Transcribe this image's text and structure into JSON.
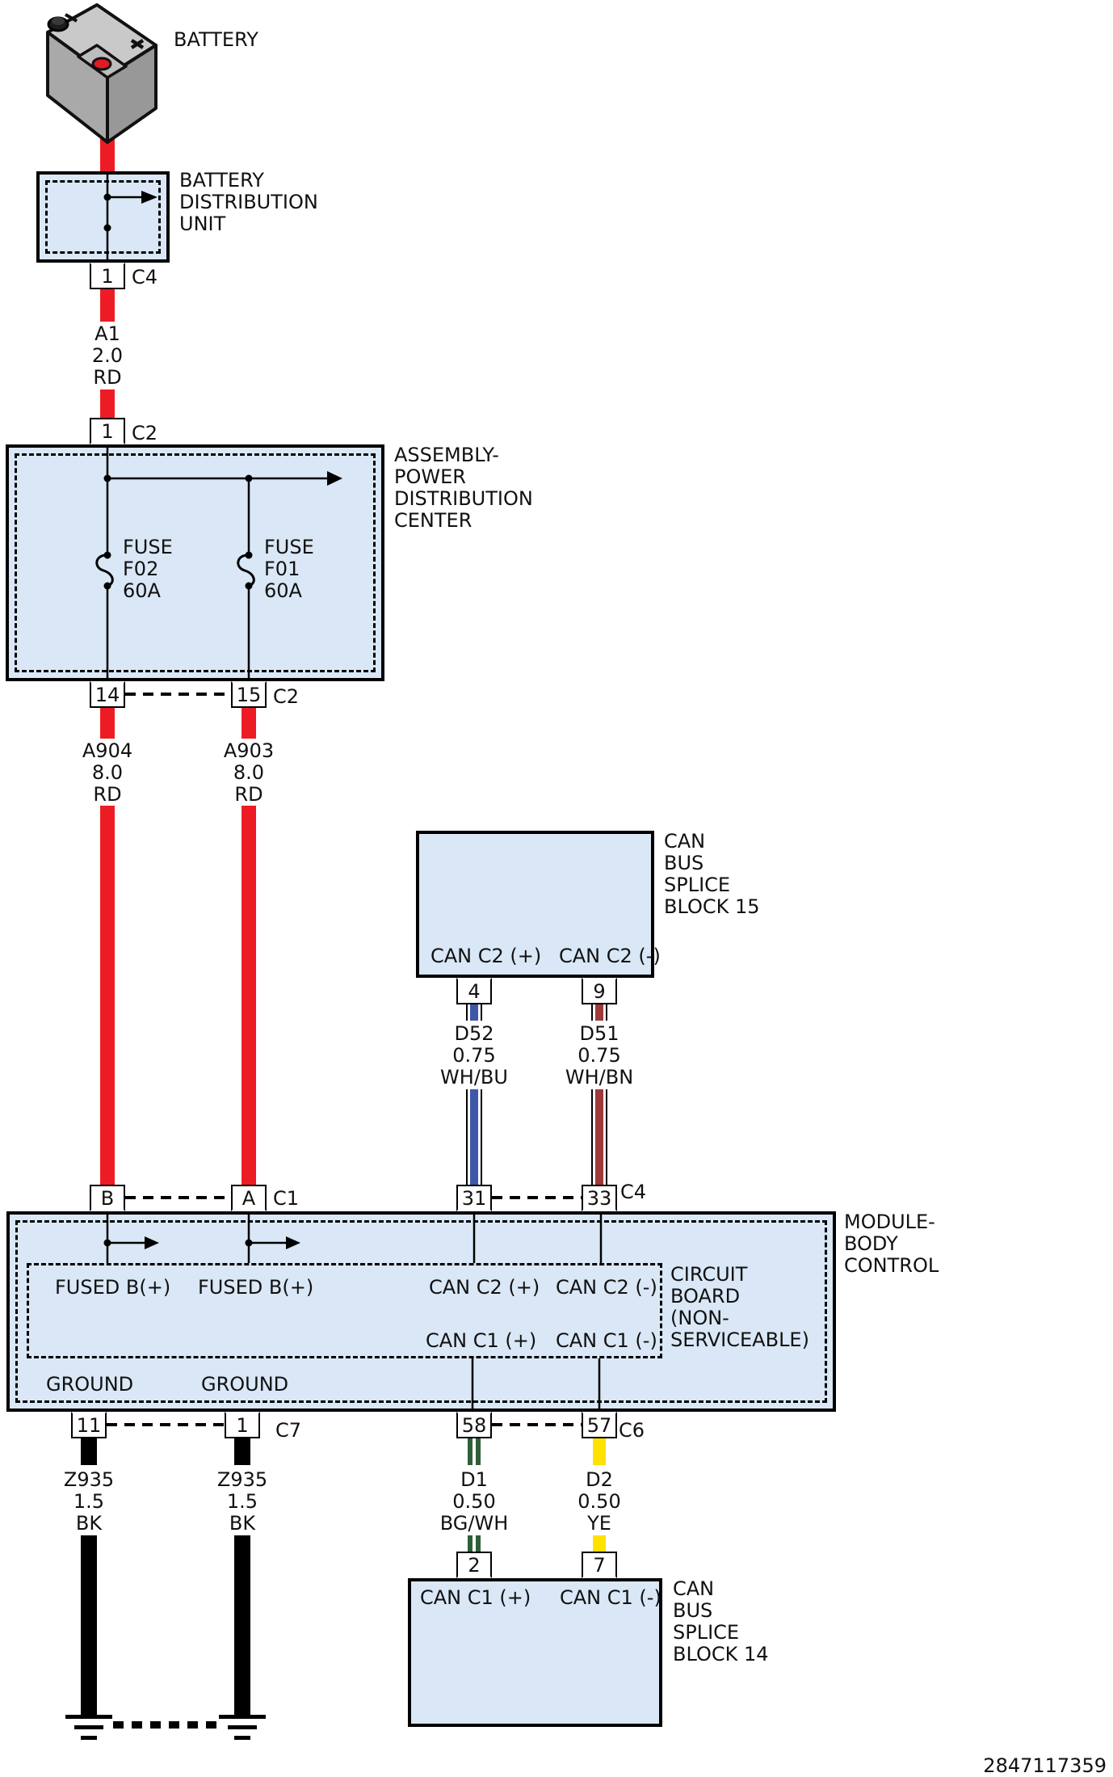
{
  "colors": {
    "red": "#ed1c24",
    "blue": "#3f57a8",
    "brown": "#9e3a3a",
    "green": "#2e5f3a",
    "yellow": "#ffe100",
    "box_fill": "#d9e7f6"
  },
  "ref_number": "2847117359",
  "battery": {
    "label": "BATTERY"
  },
  "bdu": {
    "lines": [
      "BATTERY",
      "DISTRIBUTION",
      "UNIT"
    ],
    "pin": "1",
    "connector": "C4"
  },
  "apdc": {
    "lines": [
      "ASSEMBLY-",
      "POWER",
      "DISTRIBUTION",
      "CENTER"
    ],
    "pin_in": "1",
    "connector_in": "C2",
    "fuse1": {
      "lines": [
        "FUSE",
        "F02",
        "60A"
      ]
    },
    "fuse2": {
      "lines": [
        "FUSE",
        "F01",
        "60A"
      ]
    },
    "pin_out_left": "14",
    "pin_out_right": "15",
    "connector_out": "C2"
  },
  "wires": {
    "a1": {
      "lines": [
        "A1",
        "2.0",
        "RD"
      ]
    },
    "a904": {
      "lines": [
        "A904",
        "8.0",
        "RD"
      ]
    },
    "a903": {
      "lines": [
        "A903",
        "8.0",
        "RD"
      ]
    },
    "d52": {
      "lines": [
        "D52",
        "0.75",
        "WH/BU"
      ]
    },
    "d51": {
      "lines": [
        "D51",
        "0.75",
        "WH/BN"
      ]
    },
    "z935_left": {
      "lines": [
        "Z935",
        "1.5",
        "BK"
      ]
    },
    "z935_right": {
      "lines": [
        "Z935",
        "1.5",
        "BK"
      ]
    },
    "d1": {
      "lines": [
        "D1",
        "0.50",
        "BG/WH"
      ]
    },
    "d2": {
      "lines": [
        "D2",
        "0.50",
        "YE"
      ]
    }
  },
  "splice15": {
    "lines": [
      "CAN",
      "BUS",
      "SPLICE",
      "BLOCK 15"
    ],
    "port_pos": "CAN C2 (+)",
    "port_neg": "CAN C2 (-)",
    "pin_pos": "4",
    "pin_neg": "9"
  },
  "module": {
    "lines": [
      "MODULE-",
      "BODY",
      "CONTROL"
    ],
    "pin_b": "B",
    "pin_a": "A",
    "connector_ba": "C1",
    "pin_31": "31",
    "pin_33": "33",
    "connector_3133": "C4",
    "board_lines": [
      "CIRCUIT",
      "BOARD",
      "(NON-",
      "SERVICEABLE)"
    ],
    "fused1": "FUSED B(+)",
    "fused2": "FUSED B(+)",
    "can_c2_pos": "CAN C2 (+)",
    "can_c2_neg": "CAN C2 (-)",
    "can_c1_pos": "CAN C1 (+)",
    "can_c1_neg": "CAN C1 (-)",
    "ground1": "GROUND",
    "ground2": "GROUND",
    "pin_11": "11",
    "pin_1": "1",
    "connector_ground": "C7",
    "pin_58": "58",
    "pin_57": "57",
    "connector_can": "C6"
  },
  "splice14": {
    "pin_pos": "2",
    "pin_neg": "7",
    "port_pos": "CAN C1 (+)",
    "port_neg": "CAN C1 (-)",
    "lines": [
      "CAN",
      "BUS",
      "SPLICE",
      "BLOCK 14"
    ]
  }
}
